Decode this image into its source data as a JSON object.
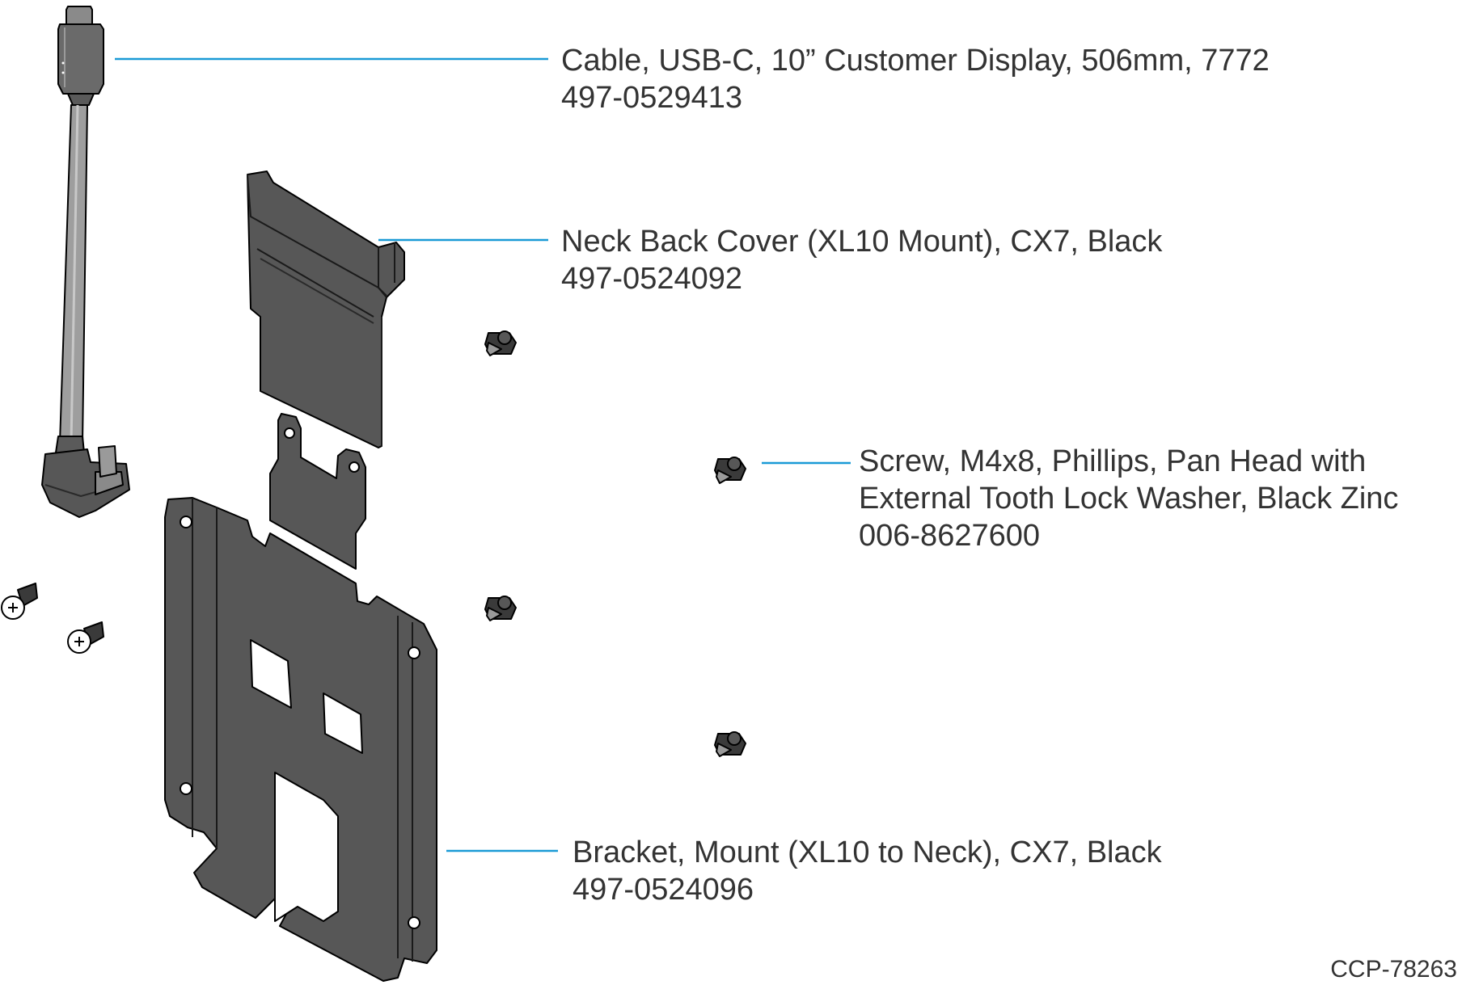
{
  "colors": {
    "leader": "#1a9ad6",
    "part_fill": "#575757",
    "part_dark": "#3a3a3a",
    "part_light": "#7a7a7a",
    "outline": "#000000",
    "text": "#333333"
  },
  "callouts": {
    "cable": {
      "description": "Cable, USB-C, 10” Customer Display, 506mm, 7772",
      "part_number": "497-0529413"
    },
    "neck_cover": {
      "description": "Neck Back Cover (XL10 Mount), CX7, Black",
      "part_number": "497-0524092"
    },
    "screw": {
      "description_line1": "Screw, M4x8, Phillips, Pan Head with",
      "description_line2": "External Tooth Lock Washer, Black Zinc",
      "part_number": "006-8627600"
    },
    "bracket": {
      "description": "Bracket, Mount (XL10 to Neck), CX7, Black",
      "part_number": "497-0524096"
    }
  },
  "reference_code": "CCP-78263"
}
